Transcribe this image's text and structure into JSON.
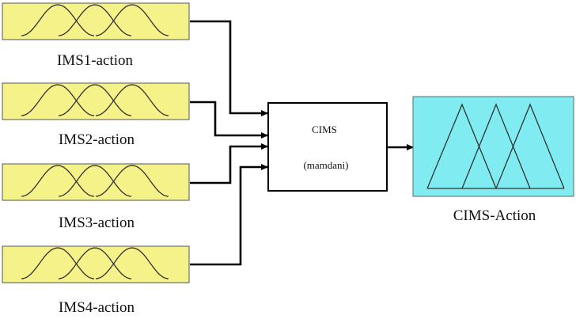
{
  "inputs": [
    {
      "label": "IMS1-action"
    },
    {
      "label": "IMS2-action"
    },
    {
      "label": "IMS3-action"
    },
    {
      "label": "IMS4-action"
    }
  ],
  "system": {
    "name": "CIMS",
    "method": "(mamdani)"
  },
  "output": {
    "label": "CIMS-Action"
  },
  "colors": {
    "input_fill": "#f5f28a",
    "output_fill": "#80ecf2",
    "line": "#000000"
  }
}
